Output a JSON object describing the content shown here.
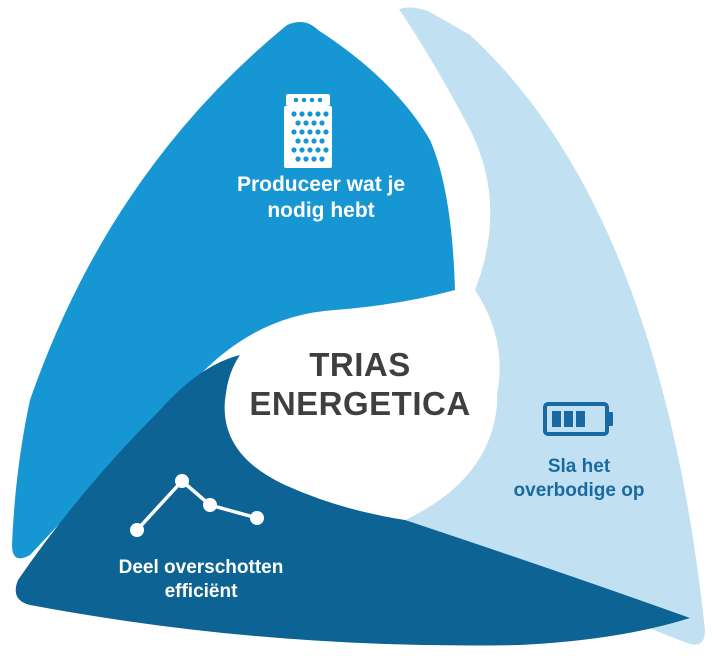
{
  "title": {
    "line1": "TRIAS",
    "line2": "ENERGETICA"
  },
  "segments": [
    {
      "id": "produce",
      "line1": "Produceer wat je",
      "line2": "nodig hebt",
      "icon": "solar-tower-icon",
      "color": "#1796d4"
    },
    {
      "id": "store",
      "line1": "Sla het",
      "line2": "overbodige op",
      "icon": "battery-icon",
      "color": "#c1e0f2"
    },
    {
      "id": "share",
      "line1": "Deel overschotten",
      "line2": "efficiënt",
      "icon": "line-graph-icon",
      "color": "#0c6394"
    }
  ],
  "colors": {
    "center": "#ffffff",
    "title_text": "#3f3f3f",
    "store_text": "#1a6aa2"
  }
}
